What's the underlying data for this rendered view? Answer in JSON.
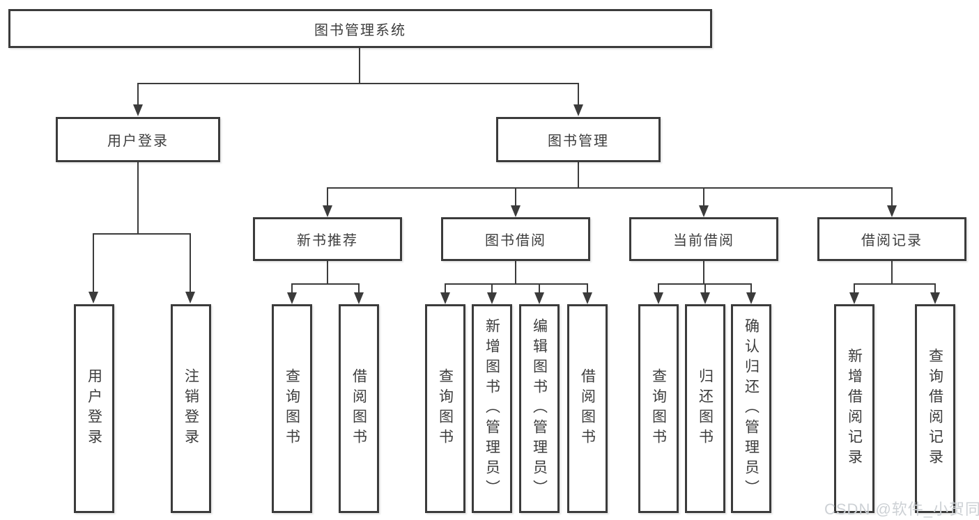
{
  "root": {
    "label": "图书管理系统"
  },
  "branches": [
    {
      "label": "用户登录",
      "leaves": [
        "用户登录",
        "注销登录"
      ]
    },
    {
      "label": "图书管理",
      "groups": [
        {
          "label": "新书推荐",
          "leaves": [
            "查询图书",
            "借阅图书"
          ]
        },
        {
          "label": "图书借阅",
          "leaves": [
            "查询图书",
            "新增图书（管理员）",
            "编辑图书（管理员）",
            "借阅图书"
          ]
        },
        {
          "label": "当前借阅",
          "leaves": [
            "查询图书",
            "归还图书",
            "确认归还（管理员）"
          ]
        },
        {
          "label": "借阅记录",
          "leaves": [
            "新增借阅记录",
            "查询借阅记录"
          ]
        }
      ]
    }
  ],
  "watermark": "CSDN @软件_小贺同学",
  "colors": {
    "line": "#3b3b3b",
    "text": "#3d3d3d",
    "box_background": "#ffffff",
    "watermark": "#cdd1d5"
  }
}
